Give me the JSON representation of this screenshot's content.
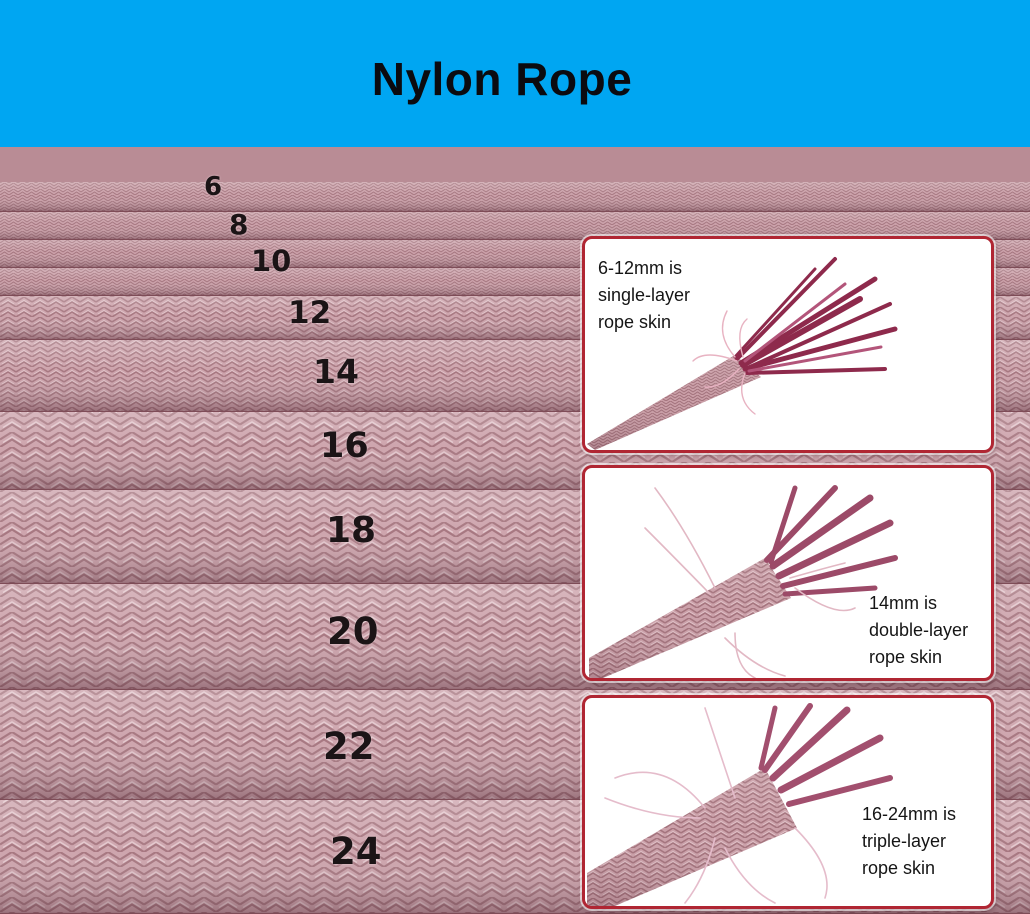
{
  "title": "Nylon Rope",
  "colors": {
    "header": "#00a6f2",
    "rope": "#c99aa3",
    "rope_dark": "#a7767f",
    "panel_border": "#b02633",
    "fiber": "#8e2a4c"
  },
  "size_labels": [
    "6",
    "8",
    "10",
    "12",
    "14",
    "16",
    "18",
    "20",
    "22",
    "24"
  ],
  "panels": [
    {
      "lines": [
        "6-12mm is",
        "single-layer",
        "rope skin"
      ]
    },
    {
      "lines": [
        "14mm is",
        "double-layer",
        "rope skin"
      ]
    },
    {
      "lines": [
        "16-24mm is",
        "triple-layer",
        "rope skin"
      ]
    }
  ]
}
